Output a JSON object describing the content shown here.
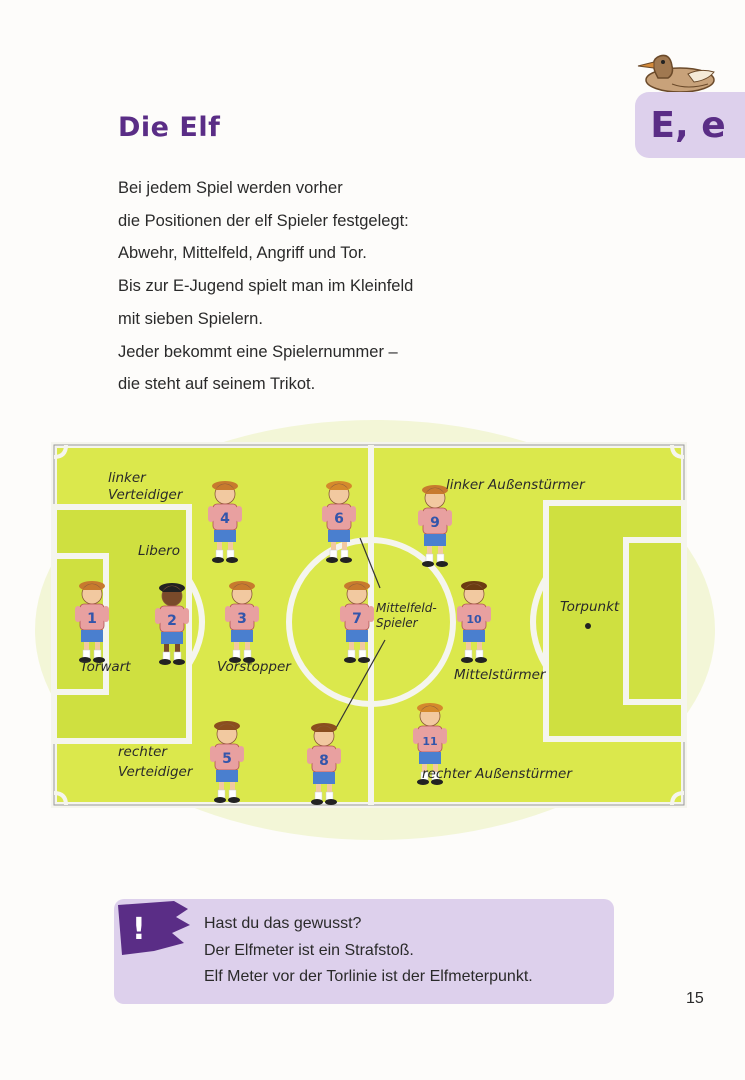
{
  "page": {
    "title": "Die Elf",
    "letter_tab": "E, e",
    "page_number": "15"
  },
  "body_lines": [
    "Bei jedem Spiel werden vorher",
    "die Positionen der elf Spieler festgelegt:",
    "Abwehr, Mittelfeld, Angriff und Tor.",
    "Bis zur E-Jugend spielt man im Kleinfeld",
    "mit sieben Spielern.",
    "Jeder bekommt eine Spielernummer –",
    "die steht auf seinem Trikot."
  ],
  "field": {
    "labels": {
      "linker_verteidiger_1": "linker",
      "linker_verteidiger_2": "Verteidiger",
      "libero": "Libero",
      "torwart": "Torwart",
      "vorstopper": "Vorstopper",
      "rechter_verteidiger_1": "rechter",
      "rechter_verteidiger_2": "Verteidiger",
      "mittelfeld_1": "Mittelfeld-",
      "mittelfeld_2": "Spieler",
      "linker_aussen": "linker Außenstürmer",
      "mittelstuermer": "Mittelstürmer",
      "rechter_aussen": "rechter Außenstürmer",
      "torpunkt": "Torpunkt"
    },
    "players": [
      {
        "number": "1",
        "shirt_color": "#e8a0a0"
      },
      {
        "number": "2",
        "shirt_color": "#e8a0a0"
      },
      {
        "number": "3",
        "shirt_color": "#e8a0a0"
      },
      {
        "number": "4",
        "shirt_color": "#e8a0a0"
      },
      {
        "number": "5",
        "shirt_color": "#e8a0a0"
      },
      {
        "number": "6",
        "shirt_color": "#e8a0a0"
      },
      {
        "number": "7",
        "shirt_color": "#e8a0a0"
      },
      {
        "number": "8",
        "shirt_color": "#e8a0a0"
      },
      {
        "number": "9",
        "shirt_color": "#e8a0a0"
      },
      {
        "number": "10",
        "shirt_color": "#e8a0a0"
      },
      {
        "number": "11",
        "shirt_color": "#e8a0a0"
      }
    ]
  },
  "info": {
    "mark": "!",
    "lines": [
      "Hast du das gewusst?",
      "Der Elfmeter ist ein Strafstoß.",
      "Elf Meter vor der Torlinie ist der Elfmeterpunkt."
    ]
  },
  "colors": {
    "accent": "#5a2d86",
    "tab_bg": "#ddd0ec",
    "field_green": "#d9e84a",
    "shorts_blue": "#4a7fcf"
  },
  "icons": [
    "duck-icon",
    "exclamation-icon",
    "torpunkt-dot-icon"
  ]
}
